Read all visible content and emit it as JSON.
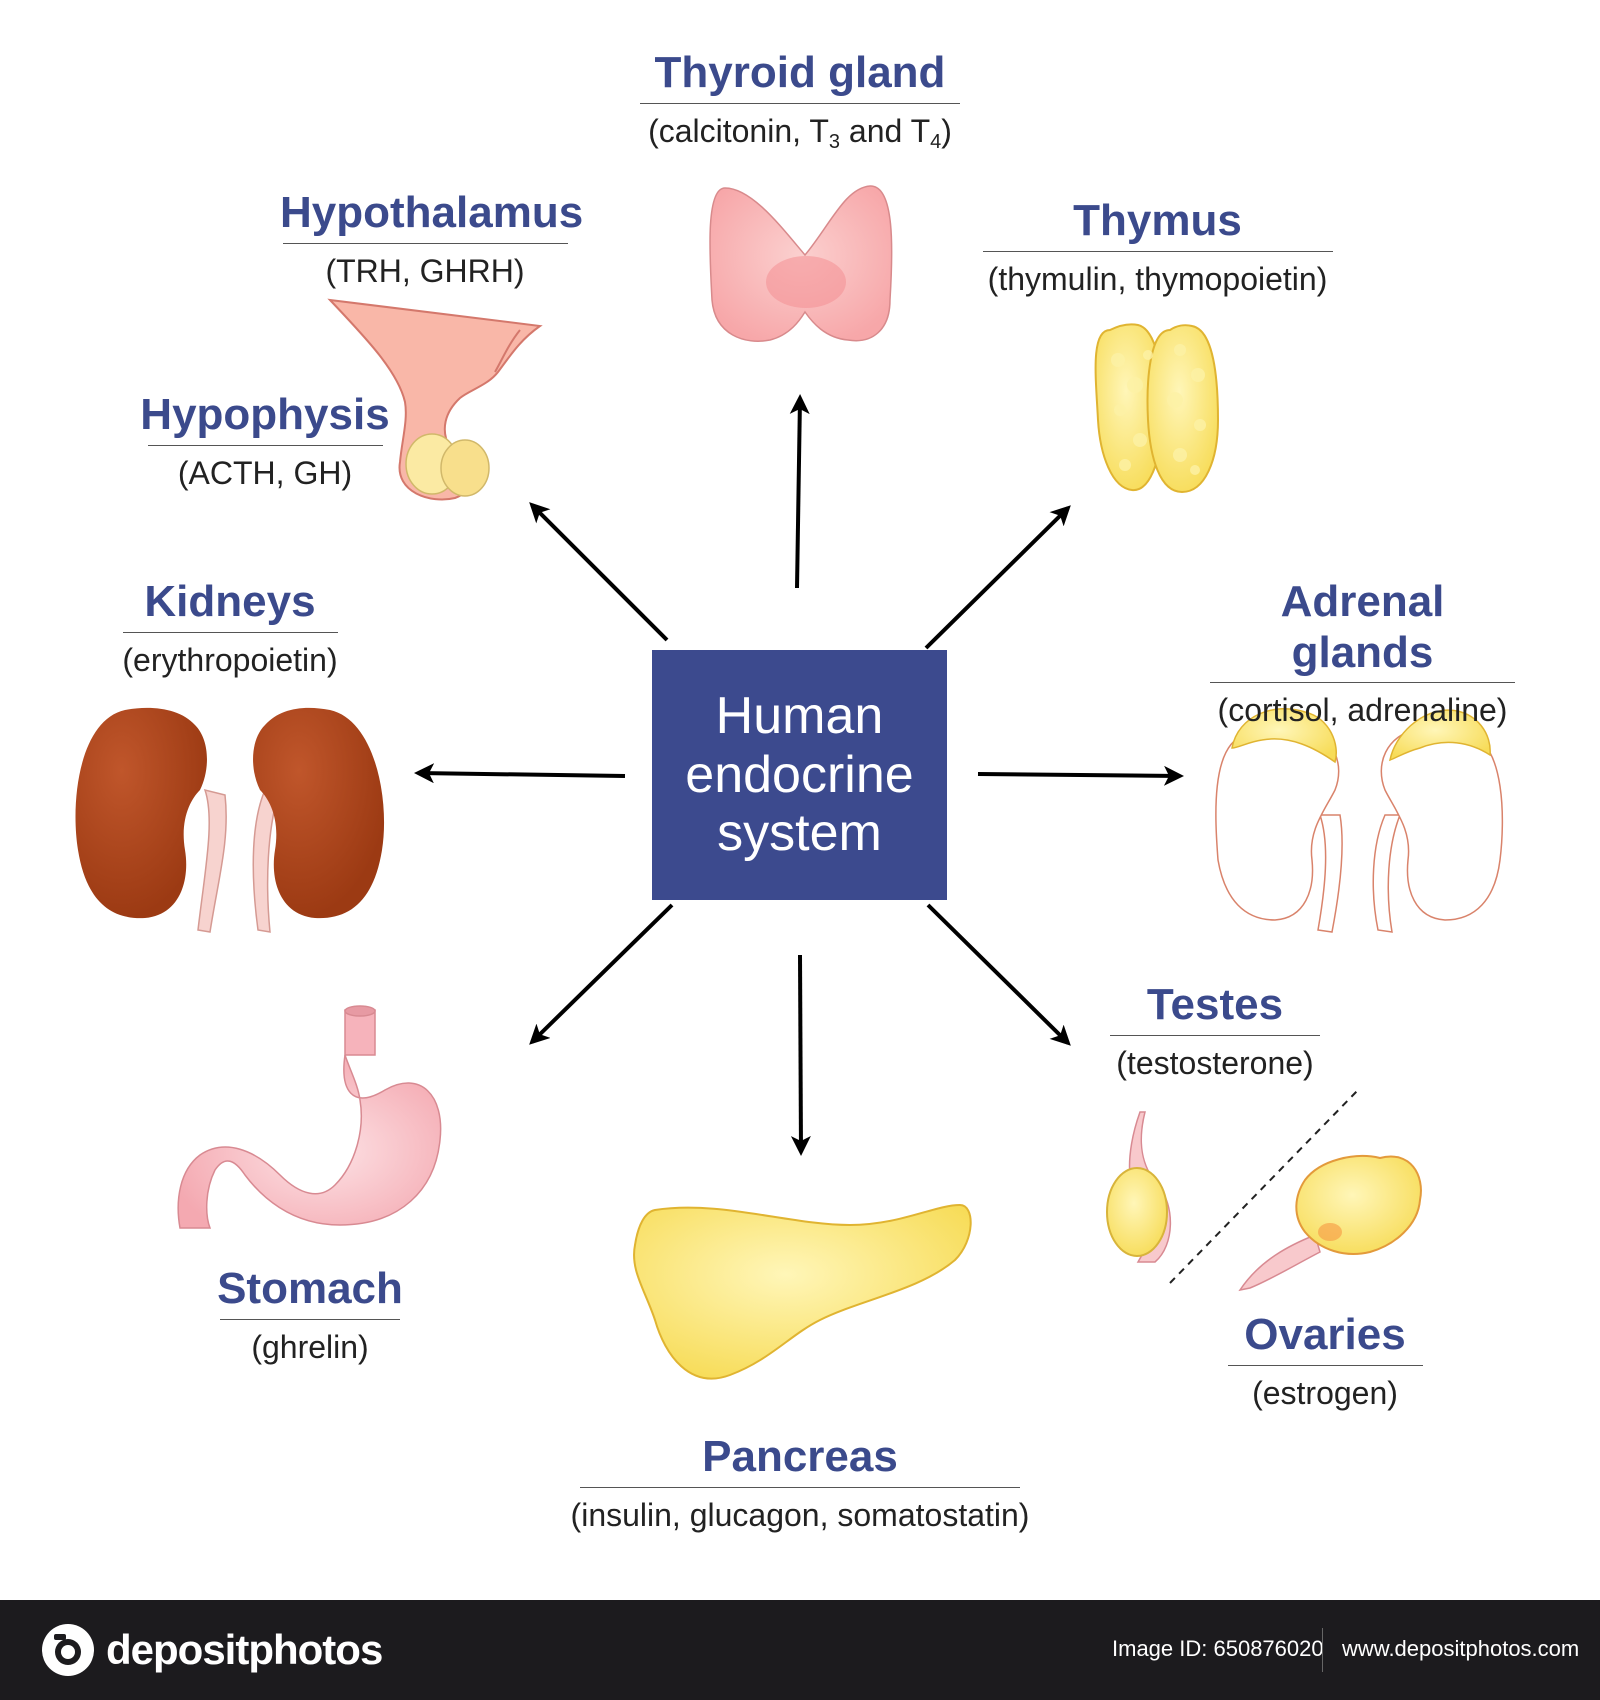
{
  "center": {
    "title": "Human\nendocrine\nsystem"
  },
  "glands": {
    "thyroid": {
      "name": "Thyroid gland",
      "hormones_prefix": "(calcitonin, T",
      "sub1": "3",
      "hormones_mid": " and T",
      "sub2": "4",
      "hormones_suffix": ")"
    },
    "hypothalamus": {
      "name": "Hypothalamus",
      "hormones": "(TRH, GHRH)"
    },
    "hypophysis": {
      "name": "Hypophysis",
      "hormones": "(ACTH, GH)"
    },
    "thymus": {
      "name": "Thymus",
      "hormones": "(thymulin, thymopoietin)"
    },
    "kidneys": {
      "name": "Kidneys",
      "hormones": "(erythropoietin)"
    },
    "adrenal": {
      "name": "Adrenal glands",
      "hormones": "(cortisol, adrenaline)"
    },
    "testes": {
      "name": "Testes",
      "hormones": "(testosterone)"
    },
    "stomach": {
      "name": "Stomach",
      "hormones": "(ghrelin)"
    },
    "ovaries": {
      "name": "Ovaries",
      "hormones": "(estrogen)"
    },
    "pancreas": {
      "name": "Pancreas",
      "hormones": "(insulin, glucagon, somatostatin)"
    }
  },
  "footer": {
    "logo": "depositphotos",
    "image_id": "Image ID: 650876020",
    "url": "www.depositphotos.com"
  },
  "colors": {
    "title_blue": "#3b4a8c",
    "center_box": "#3c4a8e",
    "footer_bg": "#1c1b1e"
  }
}
